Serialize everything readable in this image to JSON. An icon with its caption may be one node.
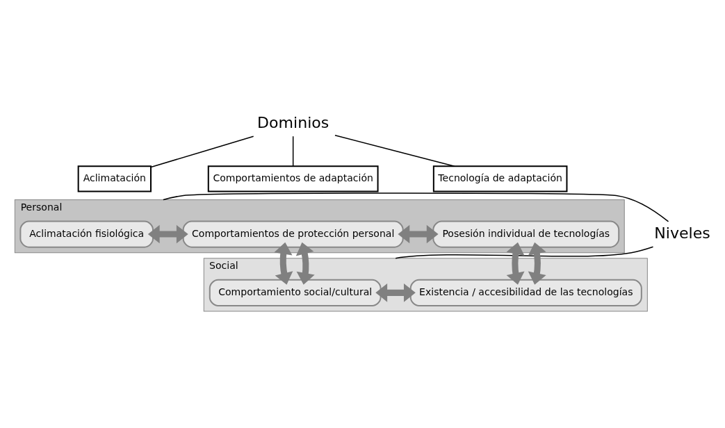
{
  "diagram": {
    "nodes": [
      {
        "text": [
          "Dominios"
        ]
      },
      {
        "text": [
          "Aclimatación"
        ]
      },
      {
        "text": [
          "Comportamientos de adaptación"
        ]
      },
      {
        "text": [
          "Tecnología de adaptación"
        ]
      },
      {
        "text": [
          "Niveles"
        ]
      },
      {
        "text": [
          "Personal"
        ]
      },
      {
        "text": [
          "Aclimatación fisiológica"
        ],
        "in": 5
      },
      {
        "text": [
          "Comportamientos de protección personal"
        ],
        "in": 5
      },
      {
        "text": [
          "Posesión individual de tecnologías"
        ],
        "in": 5
      },
      {
        "text": [
          "Social"
        ]
      },
      {
        "text": [
          "Comportamiento social/cultural"
        ],
        "in": 9
      },
      {
        "text": [
          "Existencia / accesibilidad de las tecnologías"
        ],
        "in": 9
      }
    ],
    "edges": [
      {
        "from": 0,
        "to": 1,
        "arrow": "none",
        "color": "#000000"
      },
      {
        "from": 0,
        "to": 2,
        "arrow": "none",
        "color": "#000000"
      },
      {
        "from": 0,
        "to": 3,
        "arrow": "none",
        "color": "#000000"
      },
      {
        "from": 4,
        "to": 5,
        "arrow": "none",
        "color": "#000000"
      },
      {
        "from": 4,
        "to": 9,
        "arrow": "none",
        "color": "#000000"
      },
      {
        "from": 6,
        "to": 7,
        "arrow": "both",
        "color": "#808080"
      },
      {
        "from": 7,
        "to": 8,
        "arrow": "both",
        "color": "#808080"
      },
      {
        "from": 7,
        "to": 10,
        "arrow": "both",
        "color": "#808080"
      },
      {
        "from": 7,
        "to": 10,
        "arrow": "both",
        "color": "#808080"
      },
      {
        "from": 8,
        "to": 11,
        "arrow": "both",
        "color": "#808080"
      },
      {
        "from": 8,
        "to": 11,
        "arrow": "both",
        "color": "#808080"
      },
      {
        "from": 10,
        "to": 11,
        "arrow": "both",
        "color": "#808080"
      }
    ]
  }
}
